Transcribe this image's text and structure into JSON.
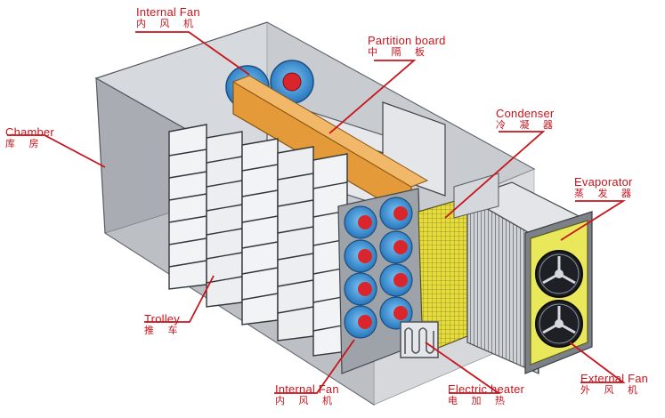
{
  "callouts": {
    "internal_fan_top": {
      "en": "Internal Fan",
      "zh": "内 风 机"
    },
    "partition_board": {
      "en": "Partition board",
      "zh": "中 隔 板"
    },
    "condenser": {
      "en": "Condenser",
      "zh": "冷 凝 器"
    },
    "evaporator": {
      "en": "Evaporator",
      "zh": "蒸 发 器"
    },
    "chamber": {
      "en": "Chamber",
      "zh": "库 房"
    },
    "trolley": {
      "en": "Trolley",
      "zh": "推 车"
    },
    "internal_fan_bottom": {
      "en": "Internal Fan",
      "zh": "内 风 机"
    },
    "electric_heater": {
      "en": "Electric heater",
      "zh": "电 加 热"
    },
    "external_fan": {
      "en": "External Fan",
      "zh": "外 风 机"
    }
  },
  "colors": {
    "label_red": "#c8141c",
    "chamber_fill": "#b8bcc2",
    "partition_orange": "#e59a3a",
    "fan_blue": "#2f8fd8",
    "fan_red": "#d8262c",
    "evaporator_yellow": "#e8e85a",
    "condenser_grid": "#e6dc3c"
  }
}
